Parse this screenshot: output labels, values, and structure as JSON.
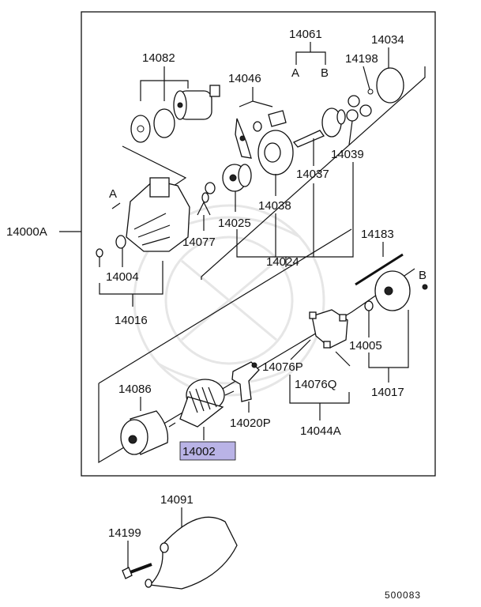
{
  "diagram": {
    "labels": {
      "p14000A": "14000A",
      "p14082": "14082",
      "p14046": "14046",
      "p14061": "14061",
      "p14034": "14034",
      "p14198": "14198",
      "p14039": "14039",
      "p14037": "14037",
      "p14038": "14038",
      "p14025": "14025",
      "p14077": "14077",
      "p14024": "14024",
      "p14004": "14004",
      "p14016": "14016",
      "p14183": "14183",
      "p14005": "14005",
      "p14017": "14017",
      "p14076P": "14076P",
      "p14076Q": "14076Q",
      "p14044A": "14044A",
      "p14020P": "14020P",
      "p14086": "14086",
      "p14002": "14002",
      "p14091": "14091",
      "p14199": "14199",
      "refA_top": "A",
      "refB_top": "B",
      "refA_bolt": "A",
      "refB_screw": "B"
    },
    "diagram_code": "500083",
    "highlight_color": "#b9b3e6"
  }
}
